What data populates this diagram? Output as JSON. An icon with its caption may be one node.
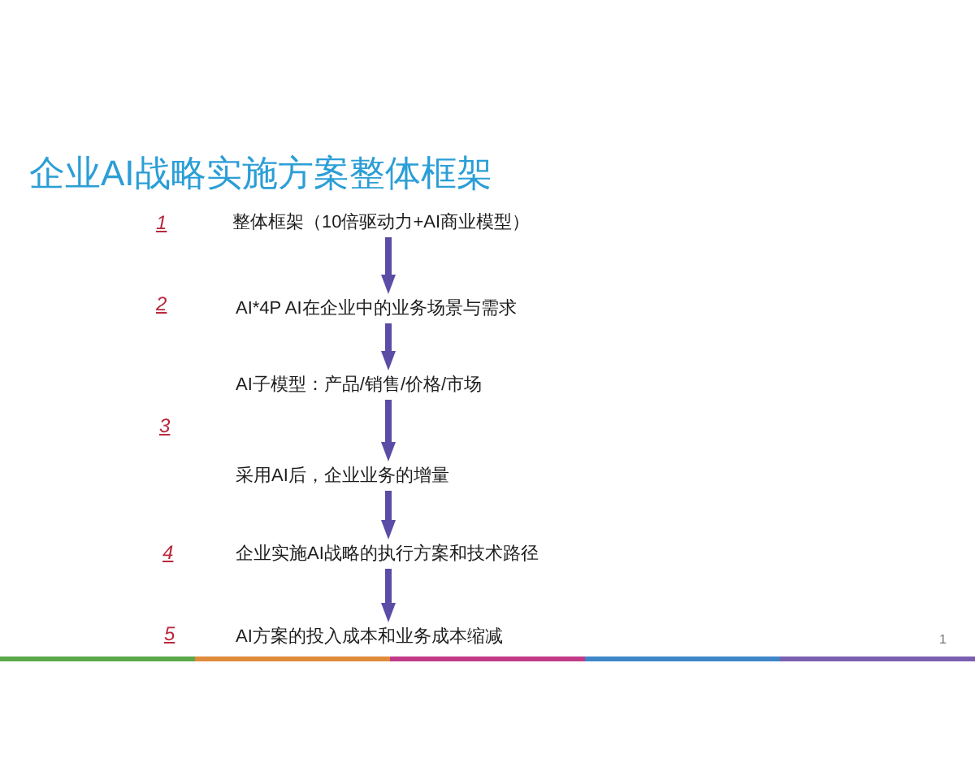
{
  "diagram": {
    "title": "企业AI战略实施方案整体框架",
    "nodes": [
      {
        "text": [
          "整体框架（10倍驱动力+AI商业模型）"
        ]
      },
      {
        "text": [
          "AI*4P AI在企业中的业务场景与需求"
        ]
      },
      {
        "text": [
          "AI子模型：产品/销售/价格/市场"
        ]
      },
      {
        "text": [
          "采用AI后，企业业务的增量"
        ]
      },
      {
        "text": [
          "企业实施AI战略的执行方案和技术路径"
        ]
      },
      {
        "text": [
          "AI方案的投入成本和业务成本缩减"
        ]
      }
    ],
    "edges": [
      {
        "from": 0,
        "to": 1,
        "arrow": "to"
      },
      {
        "from": 1,
        "to": 2,
        "arrow": "to"
      },
      {
        "from": 2,
        "to": 3,
        "arrow": "to"
      },
      {
        "from": 3,
        "to": 4,
        "arrow": "to"
      },
      {
        "from": 4,
        "to": 5,
        "arrow": "to"
      }
    ],
    "labels": [
      "1",
      "2",
      "3",
      "4",
      "5",
      "1"
    ]
  }
}
